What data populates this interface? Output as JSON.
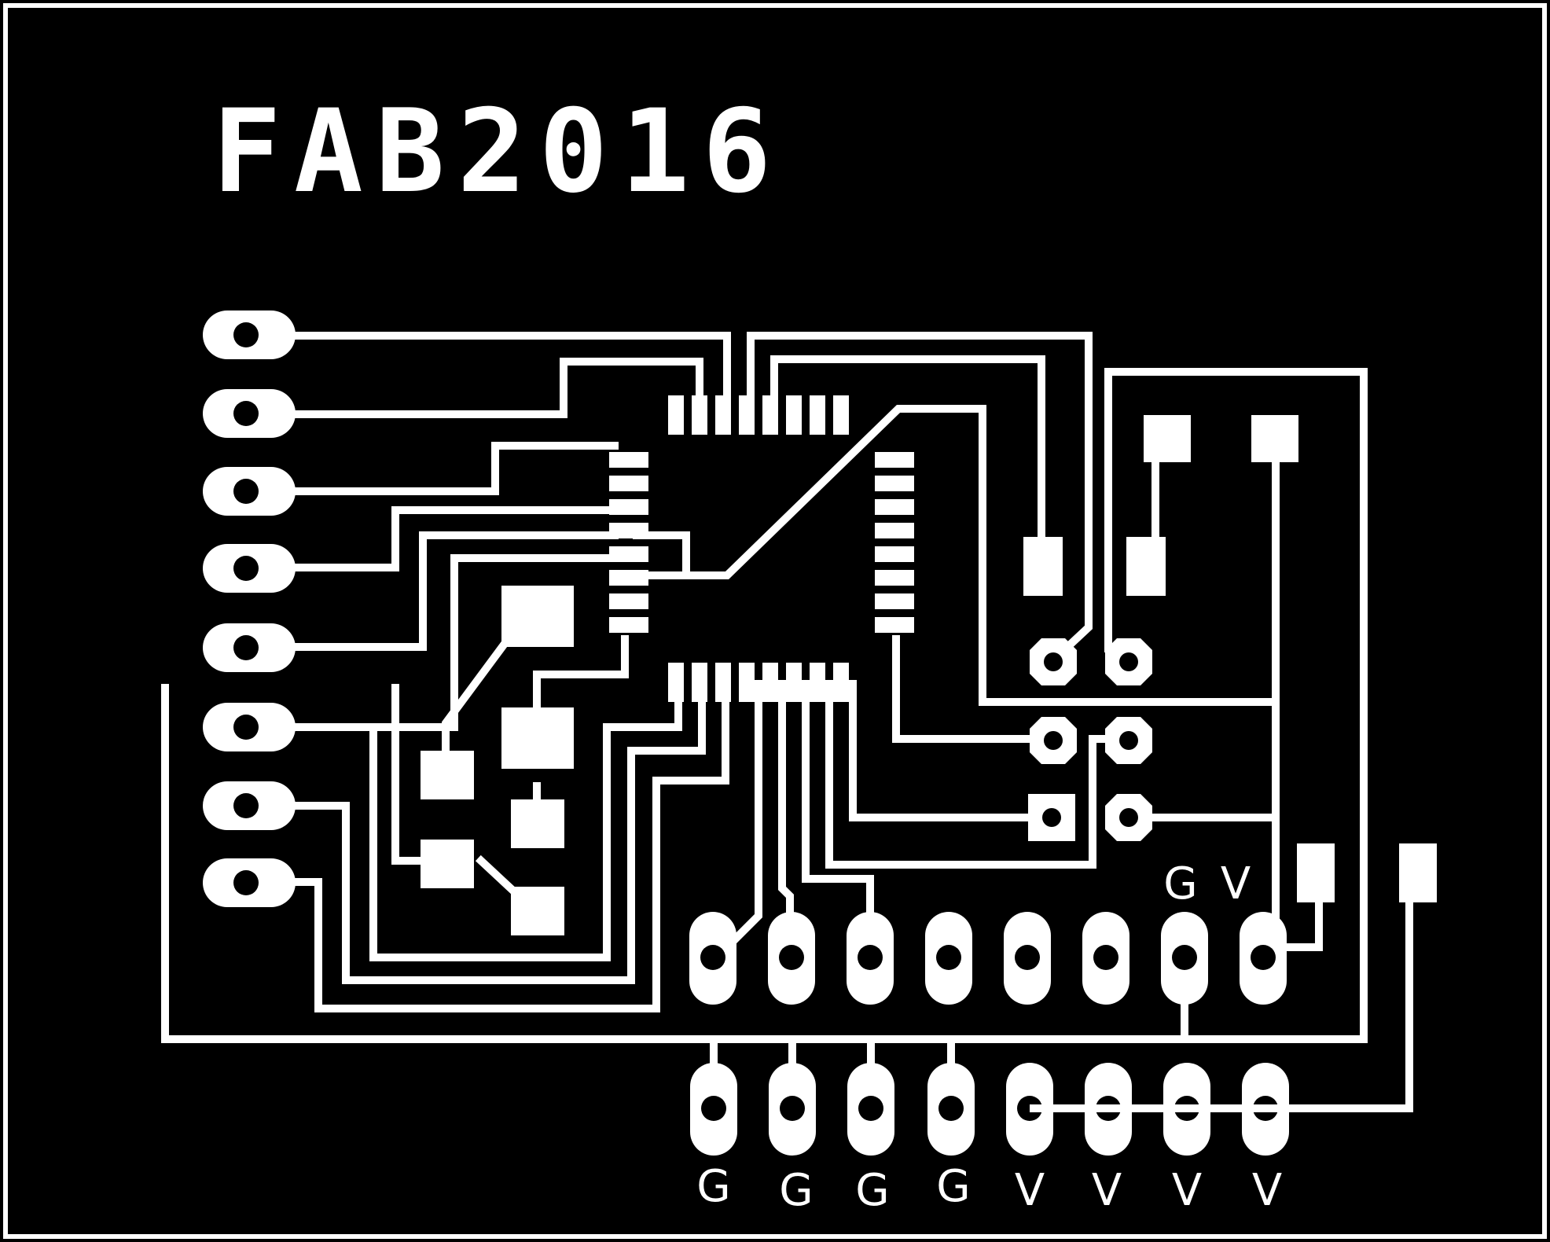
{
  "board": {
    "title": "FAB2016",
    "background_color": "#000000",
    "copper_color": "#ffffff"
  },
  "header_labels": {
    "top_row": [
      "G",
      "V"
    ],
    "bottom_row": [
      "G",
      "G",
      "G",
      "G",
      "V",
      "V",
      "V",
      "V"
    ]
  }
}
